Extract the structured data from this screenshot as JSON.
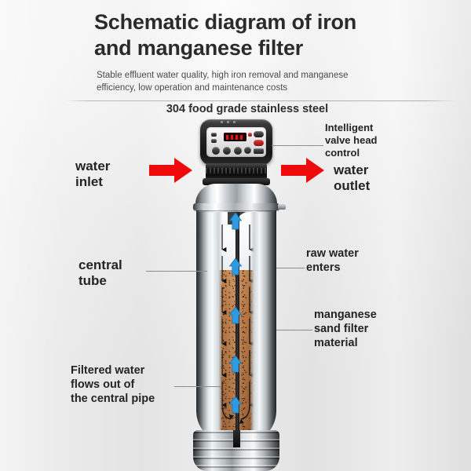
{
  "header": {
    "title_line1": "Schematic diagram of iron",
    "title_line2": "and manganese filter",
    "subtitle_line1": "Stable effluent water quality, high iron removal and manganese",
    "subtitle_line2": "efficiency, low operation and maintenance costs"
  },
  "diagram": {
    "steel_caption": "304 food grade stainless steel",
    "labels": {
      "water_inlet_line1": "water",
      "water_inlet_line2": "inlet",
      "water_outlet_line1": "water",
      "water_outlet_line2": "outlet",
      "valve_line1": "Intelligent",
      "valve_line2": "valve head",
      "valve_line3": "control",
      "central_tube_line1": "central",
      "central_tube_line2": "tube",
      "raw_water_line1": "raw water",
      "raw_water_line2": "enters",
      "manganese_line1": "manganese",
      "manganese_line2": "sand filter",
      "manganese_line3": "material",
      "filtered_line1": "Filtered water",
      "filtered_line2": "flows out of",
      "filtered_line3": "the central pipe"
    },
    "icons": {
      "inlet_arrow": "red-arrow-right-icon",
      "outlet_arrow": "red-arrow-right-icon",
      "flow_down": "black-arrow-down-icon",
      "flow_up": "blue-arrow-up-icon"
    },
    "colors": {
      "arrow_red": "#ee0a0a",
      "flow_up_blue": "#2f9ae0",
      "flow_down_black": "#121212",
      "media_brown": "#bd7b45",
      "background": "#ececec",
      "text": "#242424"
    }
  }
}
